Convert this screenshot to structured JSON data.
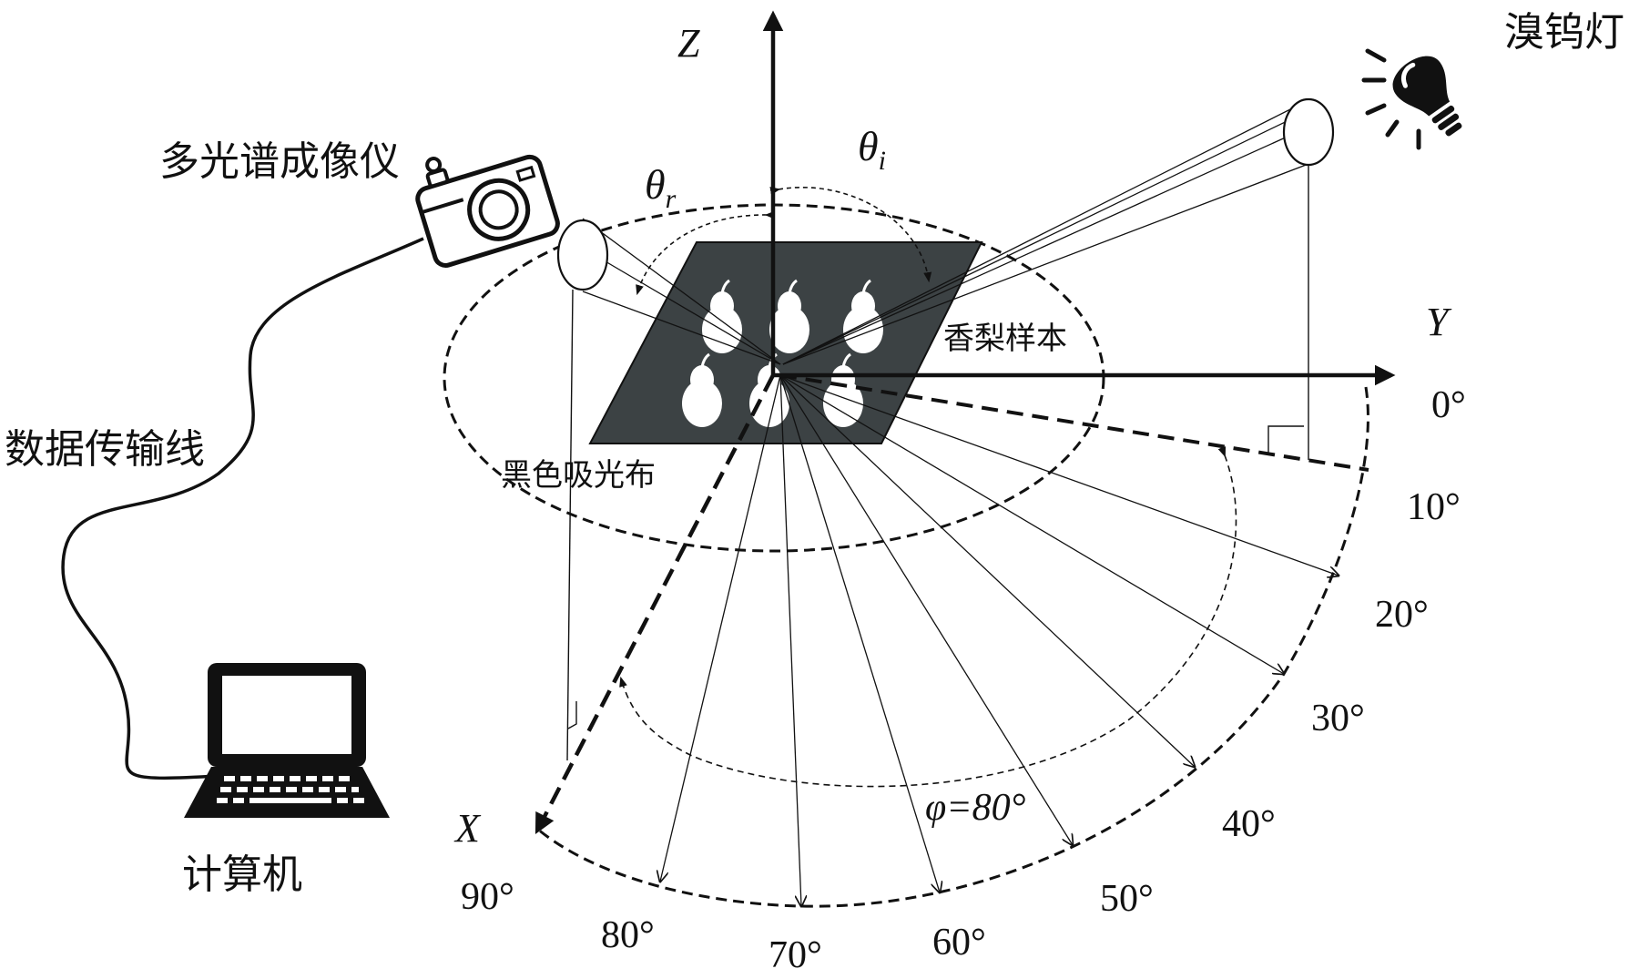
{
  "labels": {
    "z_axis": "Z",
    "y_axis": "Y",
    "x_axis": "X",
    "lamp": "溴钨灯",
    "camera": "多光谱成像仪",
    "cable": "数据传输线",
    "computer": "计算机",
    "sample": "香梨样本",
    "cloth": "黑色吸光布",
    "theta_i": "θ",
    "theta_i_sub": "i",
    "theta_r": "θ",
    "theta_r_sub": "r",
    "phi": "φ=80°"
  },
  "azimuth_labels": [
    "0°",
    "10°",
    "20°",
    "30°",
    "40°",
    "50°",
    "60°",
    "70°",
    "80°",
    "90°"
  ],
  "colors": {
    "cloth": "#3c4244",
    "line": "#111111",
    "pear": "#ffffff"
  },
  "icons": {
    "lamp": "lightbulb-icon",
    "camera": "camera-icon",
    "computer": "laptop-icon"
  }
}
